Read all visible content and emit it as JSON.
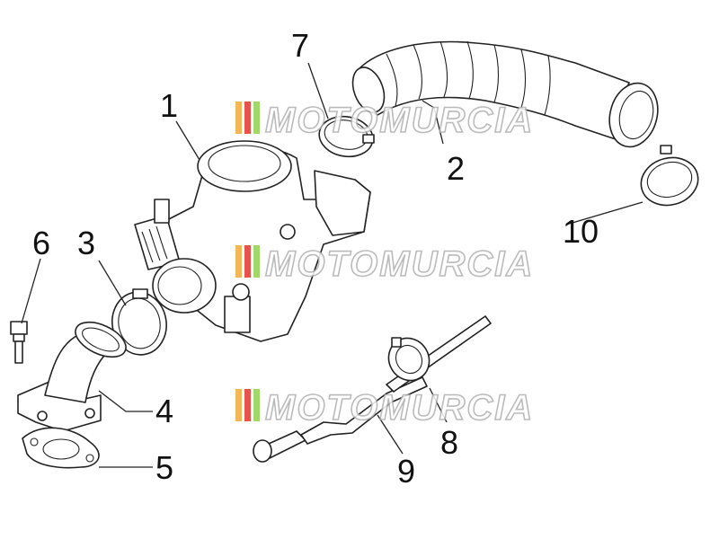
{
  "watermark": {
    "text": "MOTOMURCIA",
    "stripe_colors": [
      "#f3a93b",
      "#e5352b",
      "#8fd14f"
    ]
  },
  "callouts": [
    "1",
    "2",
    "3",
    "4",
    "5",
    "6",
    "7",
    "8",
    "9",
    "10"
  ]
}
